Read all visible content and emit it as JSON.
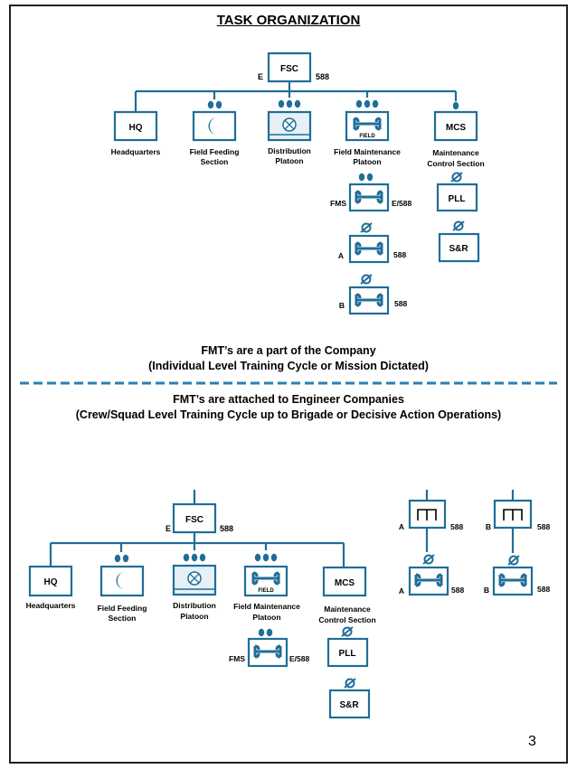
{
  "title": "TASK ORGANIZATION",
  "page_number": "3",
  "colors": {
    "unit_blue": "#1f6e98",
    "fill_light": "#e6f0f6",
    "dash_blue": "#2a7fb0"
  },
  "top": {
    "root": {
      "label": "FSC",
      "echelon": "E",
      "number": "588"
    },
    "units": [
      {
        "label": "HQ",
        "name_line1": "Headquarters",
        "name_line2": ""
      },
      {
        "label": "",
        "name_line1": "Field Feeding",
        "name_line2": "Section"
      },
      {
        "label": "",
        "name_line1": "Distribution",
        "name_line2": "Platoon"
      },
      {
        "label": "FIELD",
        "name_line1": "Field Maintenance",
        "name_line2": "Platoon"
      },
      {
        "label": "MCS",
        "name_line1": "Maintenance",
        "name_line2": "Control Section"
      }
    ],
    "fms": {
      "left": "FMS",
      "right": "E/588"
    },
    "fmt_a": {
      "left": "A",
      "right": "588"
    },
    "fmt_b": {
      "left": "B",
      "right": "588"
    },
    "pll": "PLL",
    "snr": "S&R"
  },
  "note_top": {
    "line1": "FMT’s are a part of the Company",
    "line2": "(Individual Level Training Cycle or Mission Dictated)"
  },
  "note_bottom": {
    "line1": "FMT’s are attached to Engineer Companies",
    "line2": "(Crew/Squad Level Training Cycle up to Brigade or Decisive Action Operations)"
  },
  "bottom": {
    "root": {
      "label": "FSC",
      "echelon": "E",
      "number": "588"
    },
    "units": [
      {
        "label": "HQ",
        "name_line1": "Headquarters",
        "name_line2": ""
      },
      {
        "label": "",
        "name_line1": "Field Feeding",
        "name_line2": "Section"
      },
      {
        "label": "",
        "name_line1": "Distribution",
        "name_line2": "Platoon"
      },
      {
        "label": "FIELD",
        "name_line1": "Field Maintenance",
        "name_line2": "Platoon"
      },
      {
        "label": "MCS",
        "name_line1": "Maintenance",
        "name_line2": "Control Section"
      }
    ],
    "fms": {
      "left": "FMS",
      "right": "E/588"
    },
    "pll": "PLL",
    "snr": "S&R",
    "eng_a": {
      "left": "A",
      "right": "588"
    },
    "fmt_a": {
      "left": "A",
      "right": "588"
    },
    "eng_b": {
      "left": "B",
      "right": "588"
    },
    "fmt_b": {
      "left": "B",
      "right": "588"
    }
  }
}
